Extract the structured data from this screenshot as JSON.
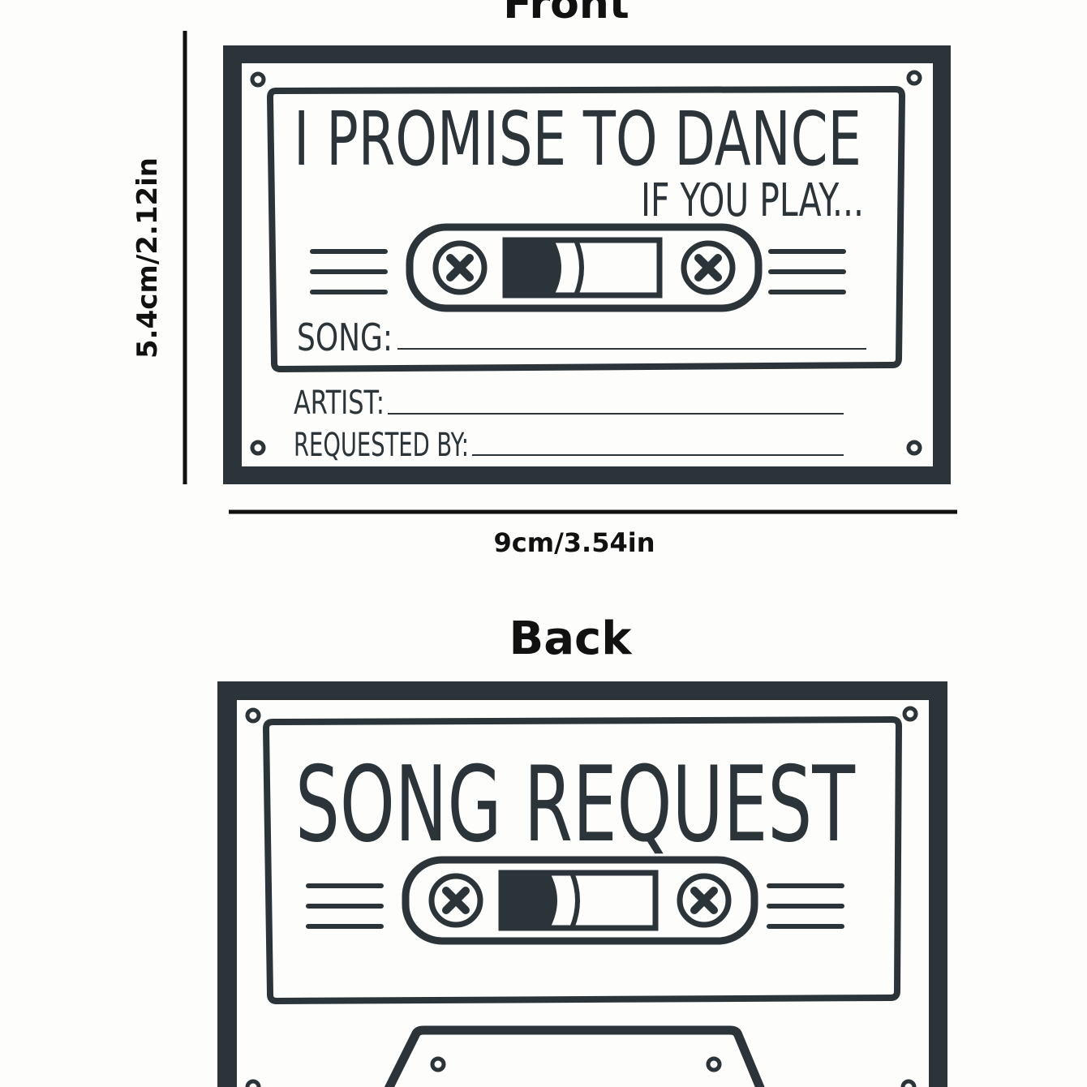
{
  "front": {
    "heading": "Front",
    "title": "I PROMISE TO DANCE",
    "subtitle": "IF YOU PLAY...",
    "fields": [
      "SONG:",
      "ARTIST:",
      "REQUESTED BY:"
    ]
  },
  "dimensions": {
    "height": "5.4cm/2.12in",
    "width": "9cm/3.54in"
  },
  "back": {
    "heading": "Back",
    "title": "SONG REQUEST"
  },
  "colors": {
    "ink": "#2b3438",
    "background": "#fdfdfb"
  }
}
